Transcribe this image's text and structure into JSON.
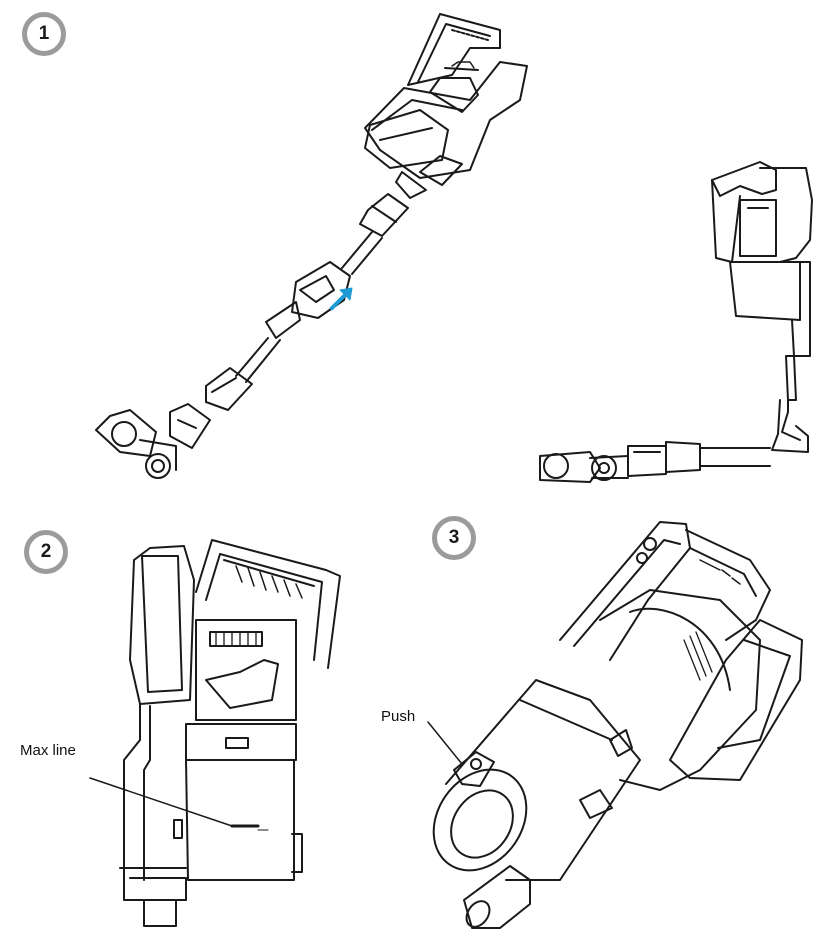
{
  "steps": [
    {
      "number": "1"
    },
    {
      "number": "2"
    },
    {
      "number": "3"
    }
  ],
  "labels": {
    "max_line": "Max line",
    "push": "Push"
  },
  "colors": {
    "line": "#1a1a1a",
    "badge_ring": "#9b9b9b",
    "arrow": "#1e9ad6"
  }
}
